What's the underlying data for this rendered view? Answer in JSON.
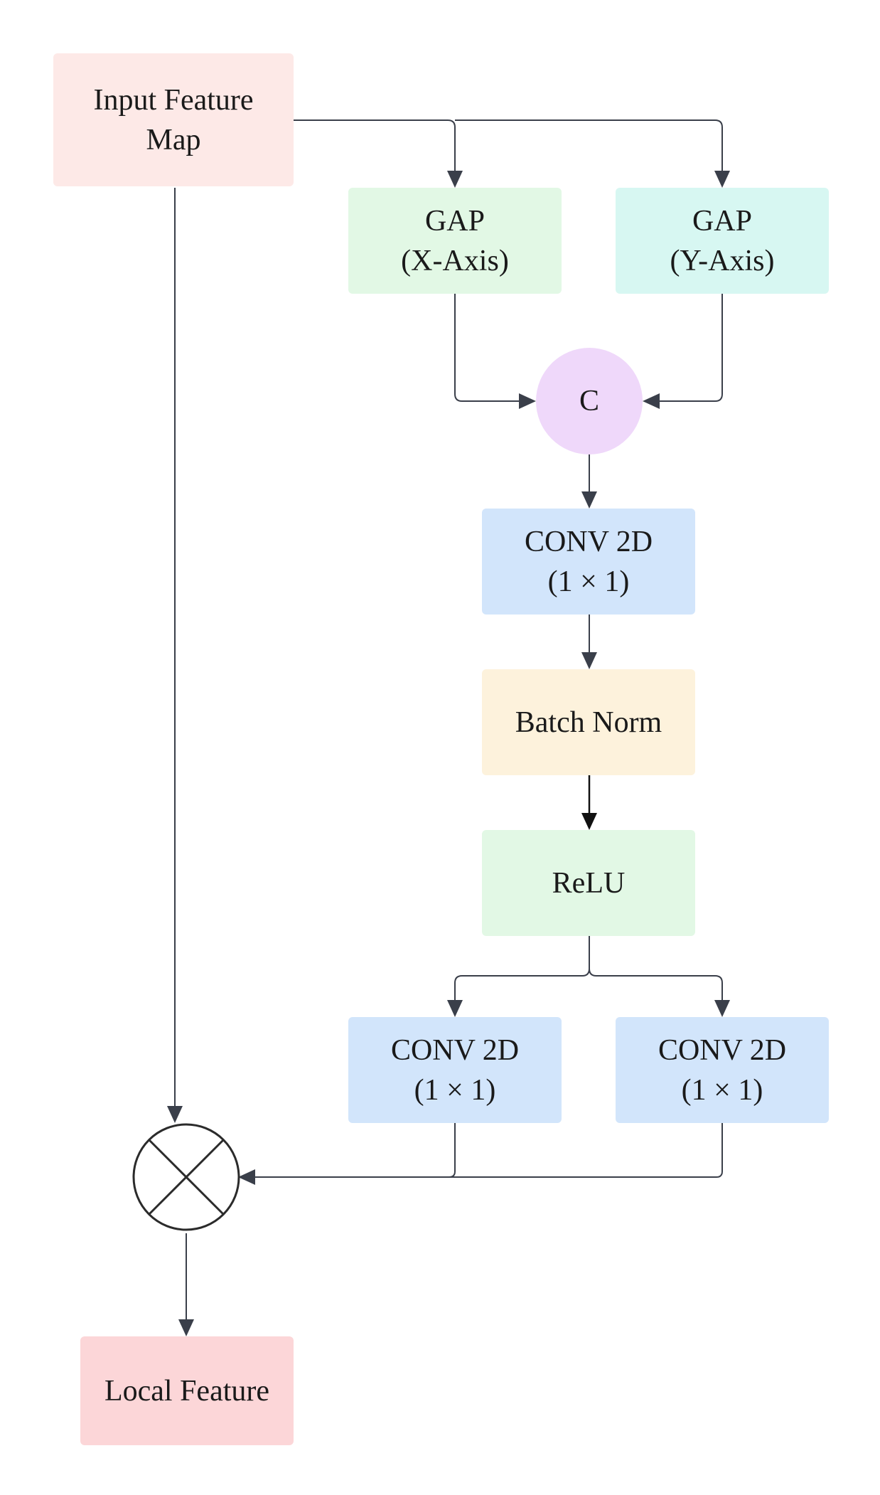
{
  "nodes": {
    "input": {
      "lines": [
        "Input Feature",
        "Map"
      ]
    },
    "gap_x": {
      "lines": [
        "GAP",
        "(X-Axis)"
      ]
    },
    "gap_y": {
      "lines": [
        "GAP",
        "(Y-Axis)"
      ]
    },
    "concat": {
      "lines": [
        "C"
      ]
    },
    "conv_a": {
      "lines": [
        "CONV 2D",
        "(1 × 1)"
      ]
    },
    "batch_norm": {
      "lines": [
        "Batch Norm"
      ]
    },
    "relu": {
      "lines": [
        "ReLU"
      ]
    },
    "conv_b": {
      "lines": [
        "CONV 2D",
        "(1 × 1)"
      ]
    },
    "conv_c": {
      "lines": [
        "CONV 2D",
        "(1 × 1)"
      ]
    },
    "local": {
      "lines": [
        "Local Feature"
      ]
    }
  },
  "operators": {
    "multiply": {
      "symbol": "multiply-icon"
    }
  },
  "colors": {
    "input": "#fde9e7",
    "gap_x": "#e2f8e5",
    "gap_y": "#d7f7f2",
    "concat": "#efd8fa",
    "conv": "#d2e5fb",
    "batch_norm": "#fdf2dc",
    "relu": "#e2f8e5",
    "local": "#fcd6d8",
    "connector": "#3a3f4a"
  }
}
